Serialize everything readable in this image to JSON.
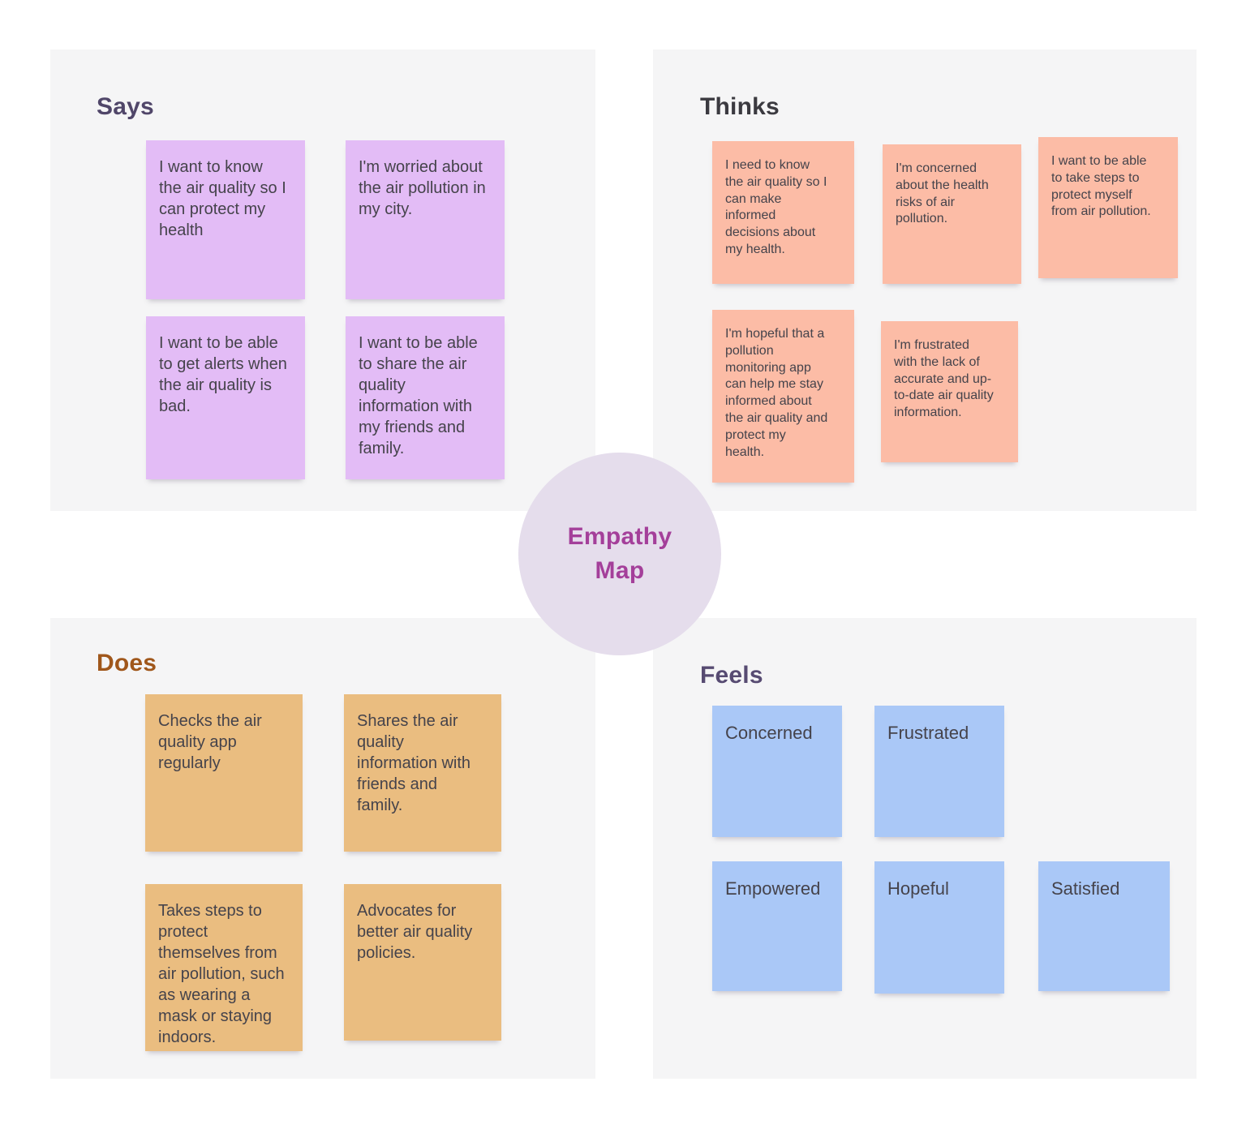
{
  "center": {
    "label": "Empathy Map",
    "circle_color": "#e5ddec",
    "text_color": "#a43f9a"
  },
  "quadrants": [
    {
      "id": "says",
      "title": "Says",
      "title_color": "#504669",
      "note_color": "#e3bcf6",
      "notes": [
        {
          "text": "I want to know\nthe air quality so I\ncan protect my\nhealth"
        },
        {
          "text": "I'm worried about\nthe air pollution in\nmy city."
        },
        {
          "text": "I want to be able\nto get alerts when\nthe air quality is\nbad."
        },
        {
          "text": "I want to be able\nto share the air\nquality\ninformation with\nmy friends and\nfamily."
        }
      ]
    },
    {
      "id": "thinks",
      "title": "Thinks",
      "title_color": "#3b3a40",
      "note_color": "#fcbca6",
      "notes": [
        {
          "text": "I need to know\nthe air quality so I\ncan make\ninformed\ndecisions about\nmy health."
        },
        {
          "text": "I'm concerned\nabout the health\nrisks of air\npollution."
        },
        {
          "text": "I want to be able\nto take steps to\nprotect myself\nfrom air pollution."
        },
        {
          "text": "I'm hopeful that a\npollution\nmonitoring app\ncan help me stay\ninformed about\nthe air quality and\nprotect my\nhealth."
        },
        {
          "text": "I'm frustrated\nwith the lack of\naccurate and up-\nto-date air quality\ninformation."
        }
      ]
    },
    {
      "id": "does",
      "title": "Does",
      "title_color": "#a0571b",
      "note_color": "#eabd80",
      "notes": [
        {
          "text": "Checks the air\nquality app\nregularly"
        },
        {
          "text": "Shares the air\nquality\ninformation with\nfriends and\nfamily."
        },
        {
          "text": "Takes steps to\nprotect\nthemselves from\nair pollution, such\nas wearing a\nmask or staying\nindoors."
        },
        {
          "text": "Advocates for\nbetter air quality\npolicies."
        }
      ]
    },
    {
      "id": "feels",
      "title": "Feels",
      "title_color": "#574b72",
      "note_color": "#aac8f7",
      "notes": [
        {
          "text": "Concerned"
        },
        {
          "text": "Frustrated"
        },
        {
          "text": "Empowered"
        },
        {
          "text": "Hopeful"
        },
        {
          "text": "Satisfied"
        }
      ]
    }
  ]
}
